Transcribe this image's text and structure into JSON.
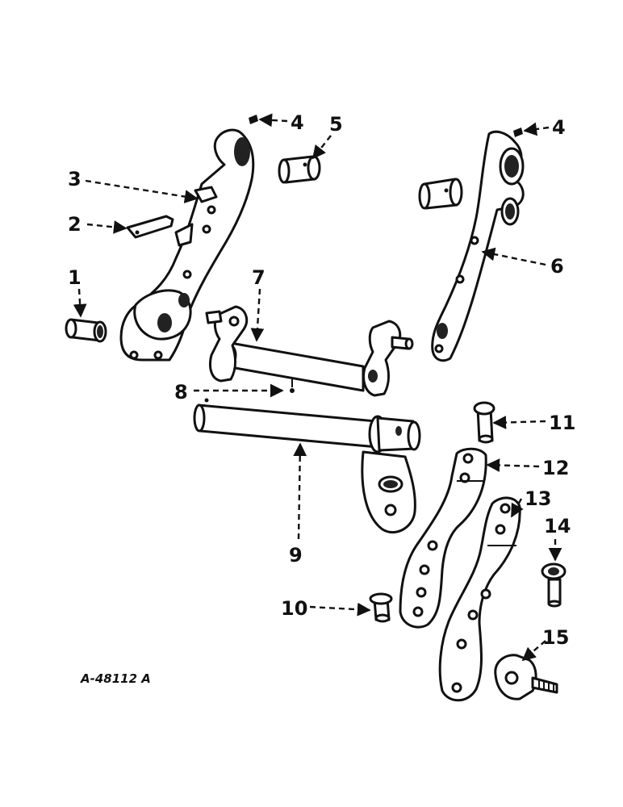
{
  "figure": {
    "id_label": "A-48112 A"
  },
  "callouts": [
    {
      "num": "1"
    },
    {
      "num": "2"
    },
    {
      "num": "3"
    },
    {
      "num": "4"
    },
    {
      "num": "5"
    },
    {
      "num": "6"
    },
    {
      "num": "7"
    },
    {
      "num": "8"
    },
    {
      "num": "9"
    },
    {
      "num": "10"
    },
    {
      "num": "11"
    },
    {
      "num": "12"
    },
    {
      "num": "13"
    },
    {
      "num": "14"
    },
    {
      "num": "15"
    }
  ],
  "colors": {
    "ink": "#111111",
    "paper": "#ffffff"
  }
}
